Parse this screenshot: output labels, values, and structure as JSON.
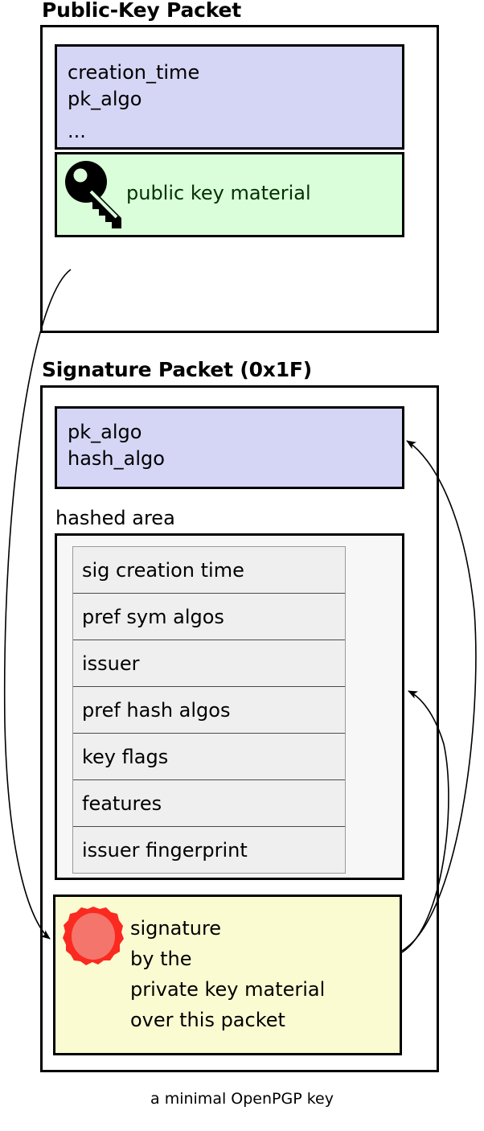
{
  "figure": {
    "caption": "a minimal OpenPGP key"
  },
  "public_key_packet": {
    "title": "Public-Key Packet",
    "header_fields": {
      "line1": "creation_time",
      "line2": "pk_algo",
      "line3": "..."
    },
    "key_material": {
      "icon": "key-icon",
      "label": "public key material"
    },
    "colors": {
      "header_fill": "#d5d5f5",
      "key_material_fill": "#dafeda",
      "border": "#000000"
    }
  },
  "signature_packet": {
    "title": "Signature Packet (0x1F)",
    "header_fields": {
      "line1": "pk_algo",
      "line2": "hash_algo"
    },
    "hashed_area": {
      "label": "hashed area",
      "subpackets": [
        "sig creation time",
        "pref sym algos",
        "issuer",
        "pref hash algos",
        "key flags",
        "features",
        "issuer fingerprint"
      ]
    },
    "signature": {
      "icon": "seal-icon",
      "line1": "signature",
      "line2": "by the",
      "line3": "private key material",
      "line4": "over this packet"
    },
    "colors": {
      "header_fill": "#d5d5f5",
      "hashed_area_fill": "#f7f7f7",
      "subpacket_fill": "#efefef",
      "signature_fill": "#fbfbd2",
      "seal_outer": "#fa2a20",
      "seal_inner": "#f4756c",
      "border": "#000000"
    }
  }
}
